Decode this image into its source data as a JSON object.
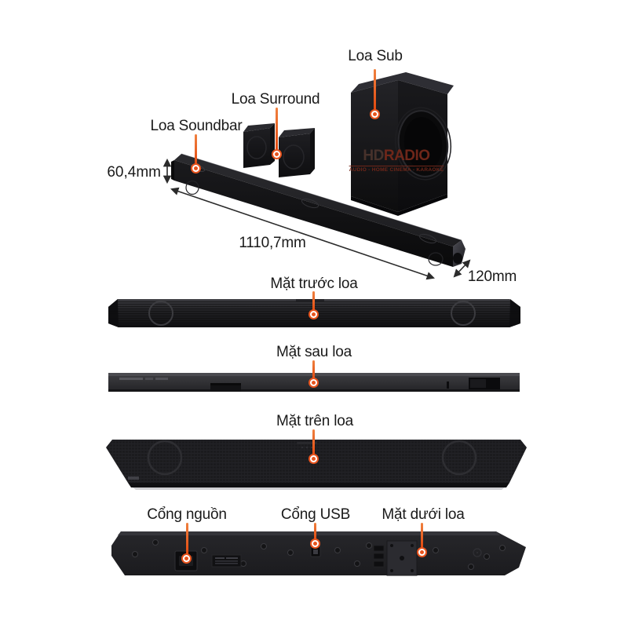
{
  "accent_color": "#e8541e",
  "arrow_color": "#2b2b2b",
  "overview": {
    "label_sub": "Loa Sub",
    "label_surround": "Loa Surround",
    "label_soundbar": "Loa Soundbar",
    "dim_height": "60,4mm",
    "dim_length": "1110,7mm",
    "dim_depth": "120mm"
  },
  "watermark": {
    "brand_hd": "HD",
    "brand_radio": "RADIO",
    "tagline": "AUDIO - HOME CINEMA - KARAOKE"
  },
  "views": {
    "front_label": "Mặt trước loa",
    "back_label": "Mặt sau loa",
    "top_label": "Mặt trên loa",
    "bottom_label": "Mặt dưới loa"
  },
  "ports": {
    "power_label": "Cổng nguồn",
    "usb_label": "Cổng USB"
  }
}
